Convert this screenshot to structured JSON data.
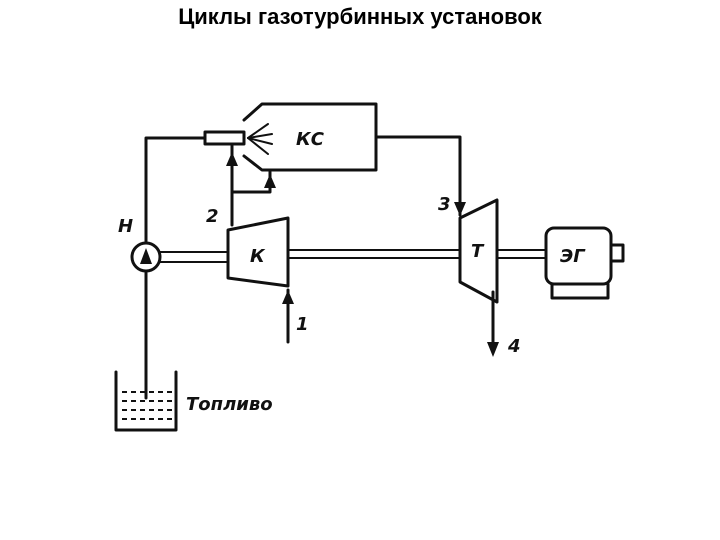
{
  "title": "Циклы газотурбинных установок",
  "labels": {
    "combustion_chamber": "КС",
    "compressor": "К",
    "pump": "Н",
    "turbine": "Т",
    "generator": "ЭГ",
    "fuel": "Топливо",
    "point_1": "1",
    "point_2": "2",
    "point_3": "3",
    "point_4": "4"
  },
  "colors": {
    "line": "#111111",
    "background": "#ffffff"
  }
}
